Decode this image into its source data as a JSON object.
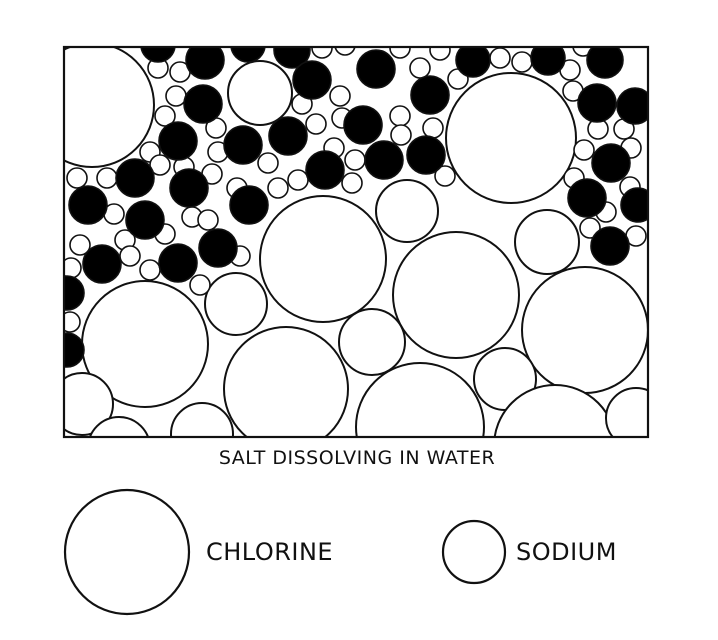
{
  "caption": "SALT DISSOLVING IN WATER",
  "legend": {
    "large": {
      "label": "CHLORINE",
      "fill": "#ffffff"
    },
    "small": {
      "label": "SODIUM",
      "fill": "#ffffff"
    }
  },
  "colors": {
    "stroke": "#111111",
    "dark_particle": "#000000",
    "light_particle": "#ffffff"
  }
}
